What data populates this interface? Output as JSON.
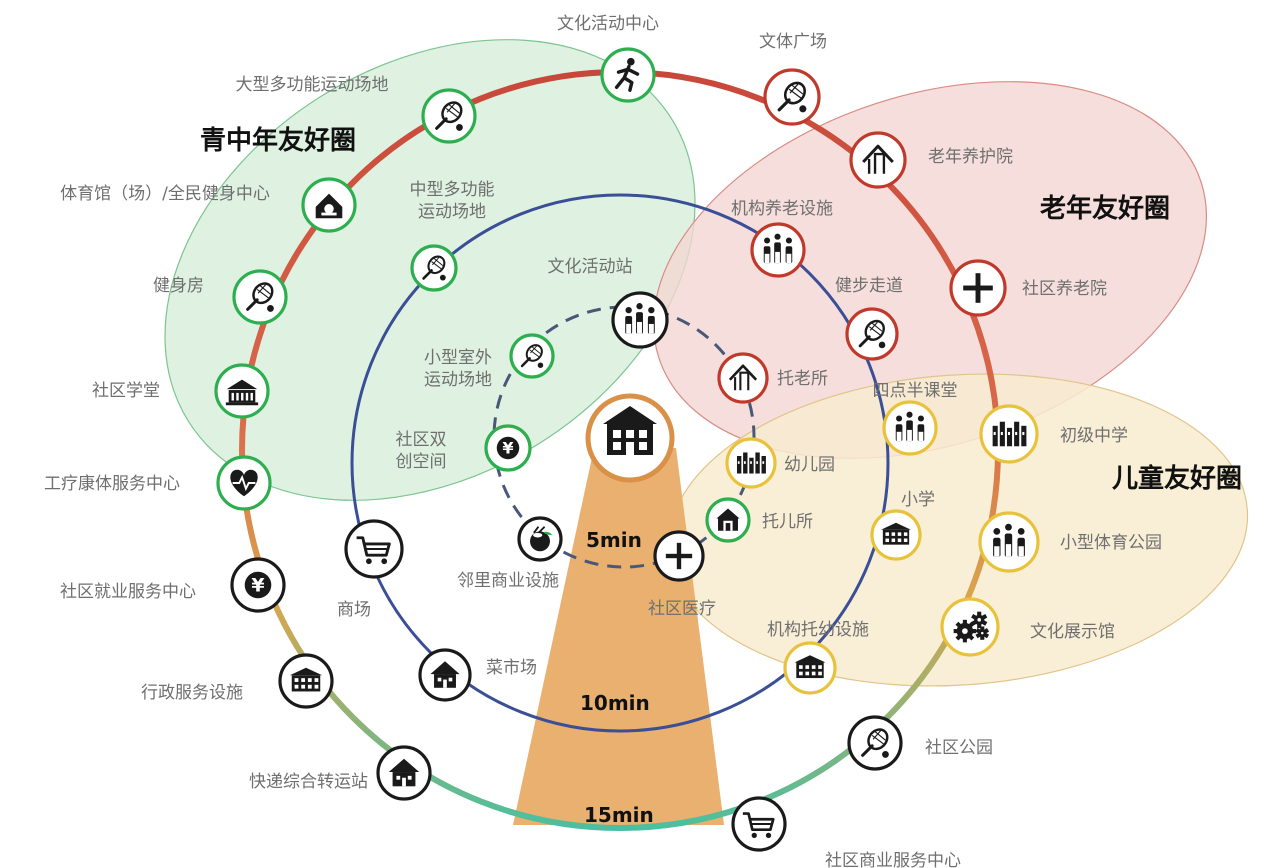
{
  "zones": {
    "youth": "青中年友好圈",
    "elderly": "老年友好圈",
    "children": "儿童友好圈"
  },
  "time_labels": {
    "t5": "5min",
    "t10": "10min",
    "t15": "15min"
  },
  "colors": {
    "green": "#2dae4f",
    "red": "#c0392b",
    "yellow": "#e8c23a",
    "black": "#1a1a1a",
    "ring_blue": "#3a4f96",
    "funnel": "#e9b070"
  },
  "facilities": [
    {
      "label": "文化活动中心",
      "icon": "runner-icon",
      "ring": "15min",
      "category": "green"
    },
    {
      "label": "大型多功能运动场地",
      "icon": "tennis-icon",
      "ring": "15min",
      "category": "green"
    },
    {
      "label": "体育馆（场）/全民健身中心",
      "icon": "gym-icon",
      "ring": "15min",
      "category": "green"
    },
    {
      "label": "健身房",
      "icon": "tennis-icon",
      "ring": "15min",
      "category": "green"
    },
    {
      "label": "社区学堂",
      "icon": "school-icon",
      "ring": "15min",
      "category": "green"
    },
    {
      "label": "工疗康体服务中心",
      "icon": "heart-icon",
      "ring": "15min",
      "category": "green"
    },
    {
      "label": "社区就业服务中心",
      "icon": "yen-icon",
      "ring": "15min",
      "category": "black"
    },
    {
      "label": "行政服务设施",
      "icon": "building-icon",
      "ring": "15min",
      "category": "black"
    },
    {
      "label": "快递综合转运站",
      "icon": "house-icon",
      "ring": "15min",
      "category": "black"
    },
    {
      "label": "社区商业服务中心",
      "icon": "cart-icon",
      "ring": "15min",
      "category": "black"
    },
    {
      "label": "社区公园",
      "icon": "tennis-icon",
      "ring": "15min",
      "category": "black"
    },
    {
      "label": "文化展示馆",
      "icon": "gears-icon",
      "ring": "15min",
      "category": "yellow"
    },
    {
      "label": "小型体育公园",
      "icon": "people-icon",
      "ring": "15min",
      "category": "yellow"
    },
    {
      "label": "初级中学",
      "icon": "city-icon",
      "ring": "15min",
      "category": "yellow"
    },
    {
      "label": "社区养老院",
      "icon": "plus-icon",
      "ring": "15min",
      "category": "red"
    },
    {
      "label": "老年养护院",
      "icon": "shelter-icon",
      "ring": "15min",
      "category": "red"
    },
    {
      "label": "文体广场",
      "icon": "tennis-icon",
      "ring": "15min",
      "category": "red"
    },
    {
      "label": "中型多功能\n运动场地",
      "icon": "tennis-icon",
      "ring": "10min",
      "category": "green"
    },
    {
      "label": "机构养老设施",
      "icon": "people-icon",
      "ring": "10min",
      "category": "red"
    },
    {
      "label": "健步走道",
      "icon": "tennis-icon",
      "ring": "10min",
      "category": "red"
    },
    {
      "label": "四点半课堂",
      "icon": "people-icon",
      "ring": "10min",
      "category": "yellow"
    },
    {
      "label": "小学",
      "icon": "building-icon",
      "ring": "10min",
      "category": "yellow"
    },
    {
      "label": "机构托幼设施",
      "icon": "building-icon",
      "ring": "10min",
      "category": "yellow"
    },
    {
      "label": "菜市场",
      "icon": "house-icon",
      "ring": "10min",
      "category": "black"
    },
    {
      "label": "商场",
      "icon": "cart-icon",
      "ring": "10min",
      "category": "black"
    },
    {
      "label": "文化活动站",
      "icon": "people-icon",
      "ring": "5min",
      "category": "black"
    },
    {
      "label": "小型室外\n运动场地",
      "icon": "tennis-icon",
      "ring": "5min",
      "category": "green"
    },
    {
      "label": "社区双\n创空间",
      "icon": "yen-icon",
      "ring": "5min",
      "category": "green"
    },
    {
      "label": "托老所",
      "icon": "shelter-icon",
      "ring": "5min",
      "category": "red"
    },
    {
      "label": "幼儿园",
      "icon": "city-icon",
      "ring": "5min",
      "category": "yellow"
    },
    {
      "label": "托儿所",
      "icon": "nursery-icon",
      "ring": "5min",
      "category": "green"
    },
    {
      "label": "社区医疗",
      "icon": "plus-icon",
      "ring": "5min",
      "category": "black"
    },
    {
      "label": "邻里商业设施",
      "icon": "coconut-icon",
      "ring": "5min",
      "category": "black"
    }
  ]
}
